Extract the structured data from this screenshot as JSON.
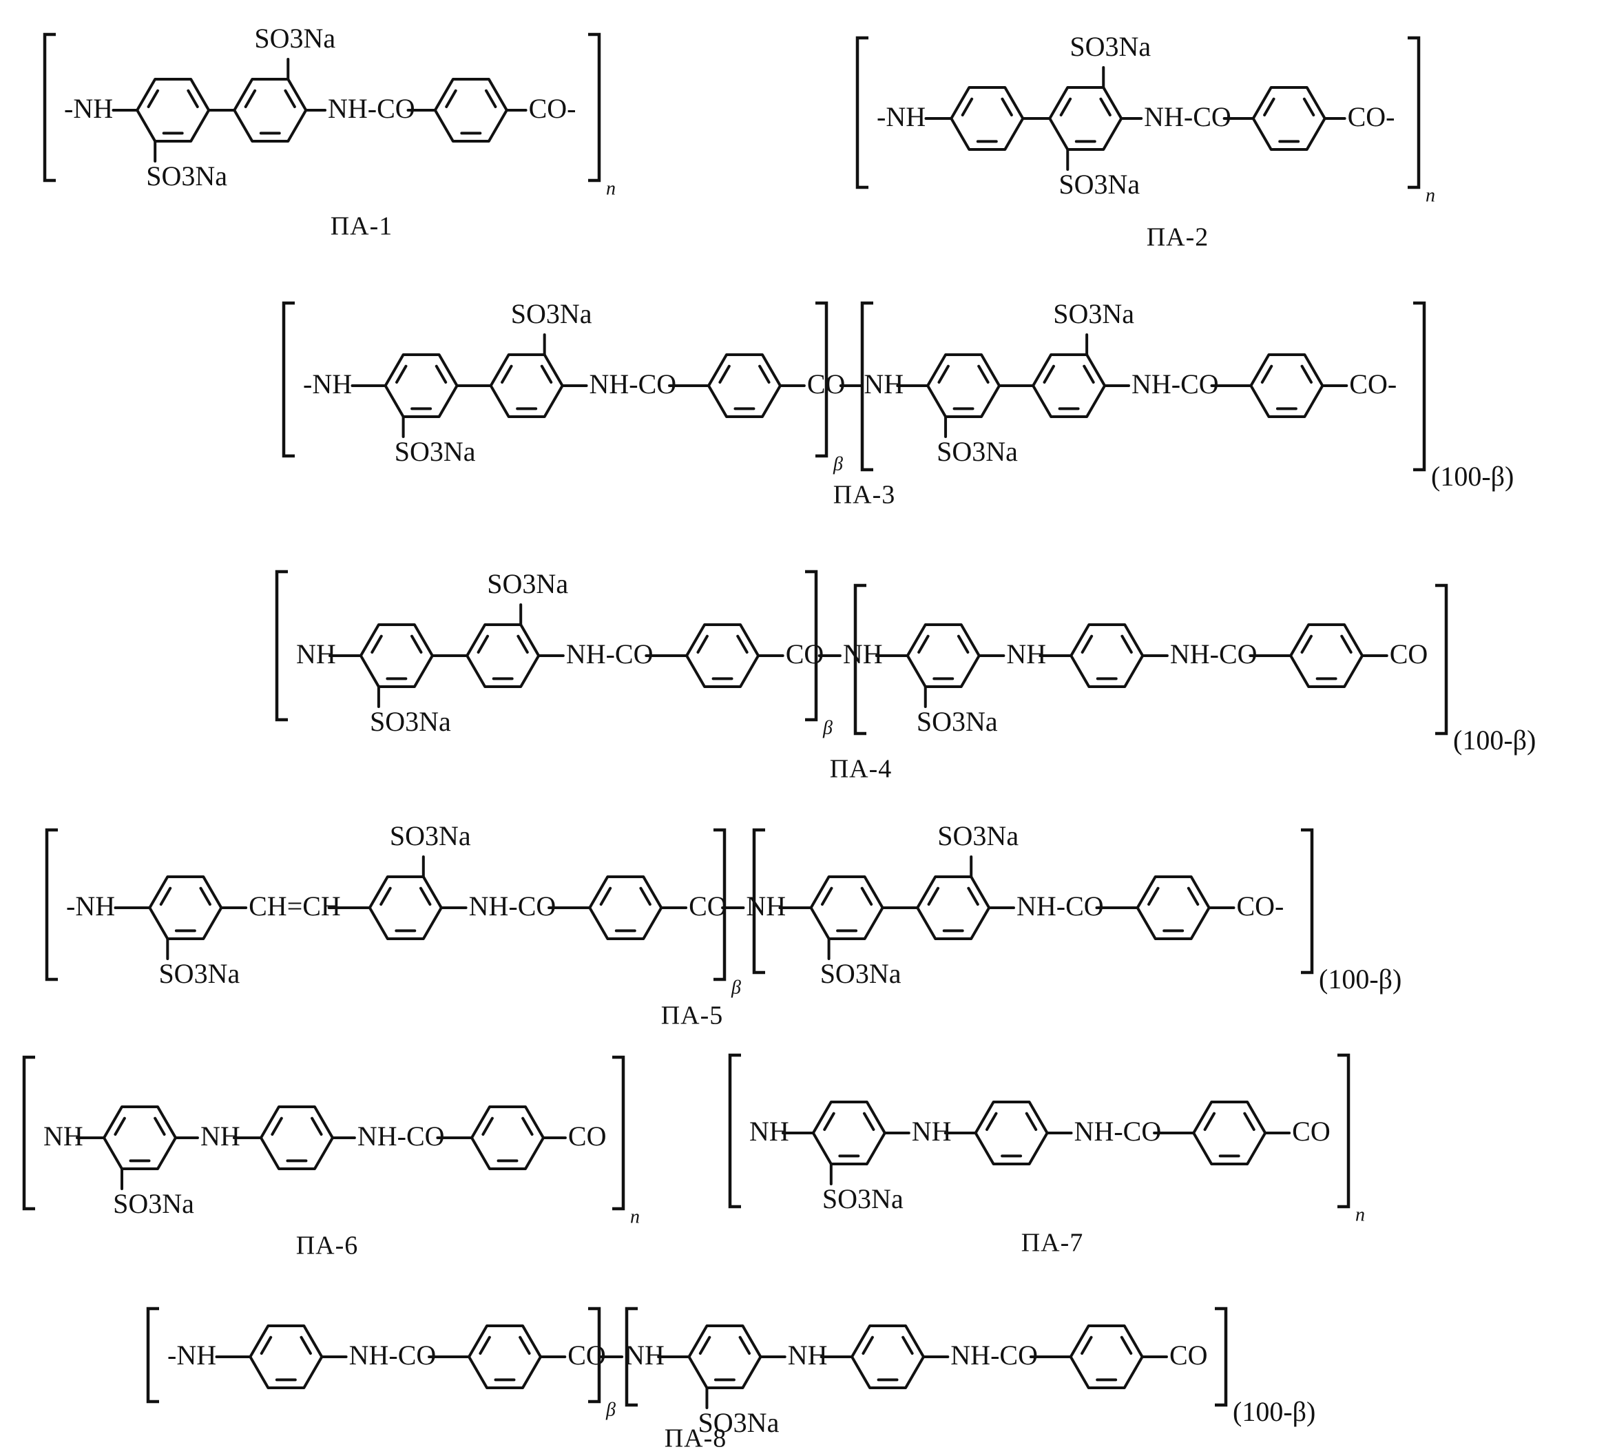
{
  "figure": {
    "background": "#ffffff",
    "ink": "#111111",
    "structures": [
      {
        "id": "pa1",
        "caption": "ПА-1",
        "groups": [
          {
            "kind": "text",
            "text": "-NH"
          },
          {
            "kind": "ring",
            "subst_top": "",
            "subst_bottom": "SO3Na"
          },
          {
            "kind": "ring",
            "subst_top": "SO3Na",
            "subst_bottom": ""
          },
          {
            "kind": "text",
            "text": "NH-CO"
          },
          {
            "kind": "ring",
            "subst_top": "",
            "subst_bottom": ""
          },
          {
            "kind": "text",
            "text": "CO-"
          }
        ],
        "segments": [
          {
            "subscript": "n"
          }
        ]
      },
      {
        "id": "pa2",
        "caption": "ПА-2",
        "groups": [
          {
            "kind": "text",
            "text": "-NH"
          },
          {
            "kind": "ring",
            "subst_top": "",
            "subst_bottom": ""
          },
          {
            "kind": "ring",
            "subst_top": "SO3Na",
            "subst_bottom": "SO3Na"
          },
          {
            "kind": "text",
            "text": "NH-CO"
          },
          {
            "kind": "ring",
            "subst_top": "",
            "subst_bottom": ""
          },
          {
            "kind": "text",
            "text": "CO-"
          }
        ],
        "segments": [
          {
            "subscript": "n"
          }
        ]
      },
      {
        "id": "pa3",
        "caption": "ПА-3",
        "groups": [
          {
            "kind": "text",
            "text": "-NH"
          },
          {
            "kind": "ring",
            "subst_top": "",
            "subst_bottom": "SO3Na"
          },
          {
            "kind": "ring",
            "subst_top": "SO3Na",
            "subst_bottom": ""
          },
          {
            "kind": "text",
            "text": "NH-CO"
          },
          {
            "kind": "ring",
            "subst_top": "",
            "subst_bottom": ""
          },
          {
            "kind": "text",
            "text": "CO"
          },
          {
            "kind": "text",
            "text": "NH"
          },
          {
            "kind": "ring",
            "subst_top": "",
            "subst_bottom": "SO3Na"
          },
          {
            "kind": "ring",
            "subst_top": "SO3Na",
            "subst_bottom": ""
          },
          {
            "kind": "text",
            "text": "NH-CO"
          },
          {
            "kind": "ring",
            "subst_top": "",
            "subst_bottom": ""
          },
          {
            "kind": "text",
            "text": "CO-"
          }
        ],
        "segments": [
          {
            "subscript": "β"
          },
          {
            "subscript": "(100-β)"
          }
        ]
      },
      {
        "id": "pa4",
        "caption": "ПА-4",
        "groups": [
          {
            "kind": "text",
            "text": "NH"
          },
          {
            "kind": "ring",
            "subst_top": "",
            "subst_bottom": "SO3Na"
          },
          {
            "kind": "ring",
            "subst_top": "SO3Na",
            "subst_bottom": ""
          },
          {
            "kind": "text",
            "text": "NH-CO"
          },
          {
            "kind": "ring",
            "subst_top": "",
            "subst_bottom": ""
          },
          {
            "kind": "text",
            "text": "CO"
          },
          {
            "kind": "text",
            "text": "NH"
          },
          {
            "kind": "ring",
            "subst_top": "",
            "subst_bottom": "SO3Na"
          },
          {
            "kind": "text",
            "text": "NH"
          },
          {
            "kind": "ring",
            "subst_top": "",
            "subst_bottom": ""
          },
          {
            "kind": "text",
            "text": "NH-CO"
          },
          {
            "kind": "ring",
            "subst_top": "",
            "subst_bottom": ""
          },
          {
            "kind": "text",
            "text": "CO"
          }
        ],
        "segments": [
          {
            "subscript": "β"
          },
          {
            "subscript": "(100-β)"
          }
        ]
      },
      {
        "id": "pa5",
        "caption": "ПА-5",
        "groups": [
          {
            "kind": "text",
            "text": "-NH"
          },
          {
            "kind": "ring",
            "subst_top": "",
            "subst_bottom": "SO3Na"
          },
          {
            "kind": "text",
            "text": "CH=CH"
          },
          {
            "kind": "ring",
            "subst_top": "SO3Na",
            "subst_bottom": ""
          },
          {
            "kind": "text",
            "text": "NH-CO"
          },
          {
            "kind": "ring",
            "subst_top": "",
            "subst_bottom": ""
          },
          {
            "kind": "text",
            "text": "CO"
          },
          {
            "kind": "text",
            "text": "NH"
          },
          {
            "kind": "ring",
            "subst_top": "",
            "subst_bottom": "SO3Na"
          },
          {
            "kind": "ring",
            "subst_top": "SO3Na",
            "subst_bottom": ""
          },
          {
            "kind": "text",
            "text": "NH-CO"
          },
          {
            "kind": "ring",
            "subst_top": "",
            "subst_bottom": ""
          },
          {
            "kind": "text",
            "text": "CO-"
          }
        ],
        "segments": [
          {
            "subscript": "β"
          },
          {
            "subscript": "(100-β)"
          }
        ]
      },
      {
        "id": "pa6",
        "caption": "ПА-6",
        "groups": [
          {
            "kind": "text",
            "text": "NH"
          },
          {
            "kind": "ring",
            "subst_top": "",
            "subst_bottom": "SO3Na"
          },
          {
            "kind": "text",
            "text": "NH"
          },
          {
            "kind": "ring",
            "subst_top": "",
            "subst_bottom": ""
          },
          {
            "kind": "text",
            "text": "NH-CO"
          },
          {
            "kind": "ring",
            "subst_top": "",
            "subst_bottom": ""
          },
          {
            "kind": "text",
            "text": "CO"
          }
        ],
        "segments": [
          {
            "subscript": "n"
          }
        ]
      },
      {
        "id": "pa7",
        "caption": "ПА-7",
        "groups": [
          {
            "kind": "text",
            "text": "NH"
          },
          {
            "kind": "ring",
            "subst_top": "",
            "subst_bottom": "SO3Na"
          },
          {
            "kind": "text",
            "text": "NH"
          },
          {
            "kind": "ring",
            "subst_top": "",
            "subst_bottom": ""
          },
          {
            "kind": "text",
            "text": "NH-CO"
          },
          {
            "kind": "ring",
            "subst_top": "",
            "subst_bottom": ""
          },
          {
            "kind": "text",
            "text": "CO"
          }
        ],
        "segments": [
          {
            "subscript": "n"
          }
        ]
      },
      {
        "id": "pa8",
        "caption": "ПА-8",
        "groups": [
          {
            "kind": "text",
            "text": "-NH"
          },
          {
            "kind": "ring",
            "subst_top": "",
            "subst_bottom": ""
          },
          {
            "kind": "text",
            "text": "NH-CO"
          },
          {
            "kind": "ring",
            "subst_top": "",
            "subst_bottom": ""
          },
          {
            "kind": "text",
            "text": "CO"
          },
          {
            "kind": "text",
            "text": "NH"
          },
          {
            "kind": "ring",
            "subst_top": "",
            "subst_bottom": "SO3Na"
          },
          {
            "kind": "text",
            "text": "NH"
          },
          {
            "kind": "ring",
            "subst_top": "",
            "subst_bottom": ""
          },
          {
            "kind": "text",
            "text": "NH-CO"
          },
          {
            "kind": "ring",
            "subst_top": "",
            "subst_bottom": ""
          },
          {
            "kind": "text",
            "text": "CO"
          }
        ],
        "segments": [
          {
            "subscript": "β"
          },
          {
            "subscript": "(100-β)"
          }
        ]
      }
    ]
  }
}
